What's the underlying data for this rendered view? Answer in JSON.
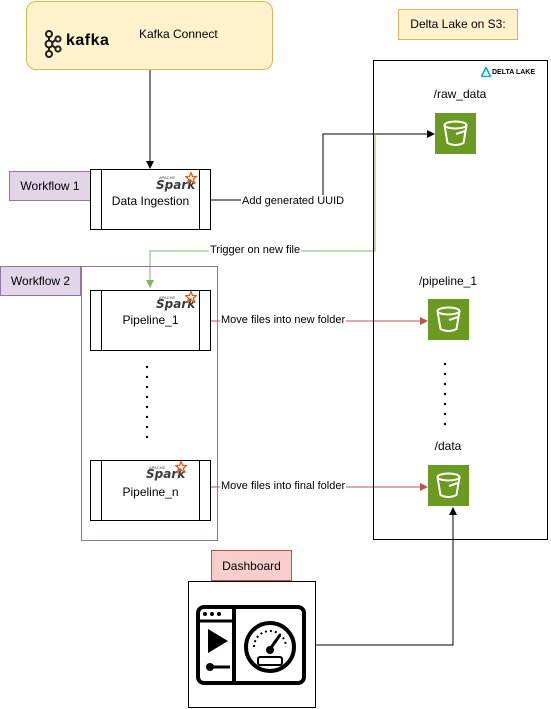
{
  "kafka": {
    "brand": "kafka",
    "title": "Kafka Connect"
  },
  "delta": {
    "title": "Delta Lake on S3:",
    "brand": "DELTA LAKE"
  },
  "workflows": [
    {
      "tag": "Workflow 1"
    },
    {
      "tag": "Workflow 2"
    }
  ],
  "spark": {
    "word": "Spark",
    "prefix": "APACHE"
  },
  "tasks": {
    "ingestion": "Data Ingestion",
    "pipeline_1": "Pipeline_1",
    "pipeline_n": "Pipeline_n"
  },
  "buckets": {
    "raw": "/raw_data",
    "pipeline_1": "/pipeline_1",
    "data": "/data"
  },
  "edges": {
    "add_uuid": "Add  generated UUID",
    "trigger": "Trigger on new file",
    "move_new": "Move files into new folder",
    "move_final": "Move files into final folder"
  },
  "dashboard": {
    "tag": "Dashboard"
  },
  "colors": {
    "workflow_fill": "#e1d5e7",
    "workflow_stroke": "#9673a6",
    "kafka_fill": "#fff2cc",
    "kafka_stroke": "#d6b656",
    "dashboard_fill": "#f8cecc",
    "bucket_green": "#6b9a22",
    "trigger_line": "#82b366",
    "move_line": "#b85450",
    "spark_star": "#e25a1c"
  },
  "icons": [
    "kafka-logo-icon",
    "spark-logo-icon",
    "s3-bucket-icon",
    "delta-lake-logo-icon",
    "dashboard-gauge-icon"
  ]
}
